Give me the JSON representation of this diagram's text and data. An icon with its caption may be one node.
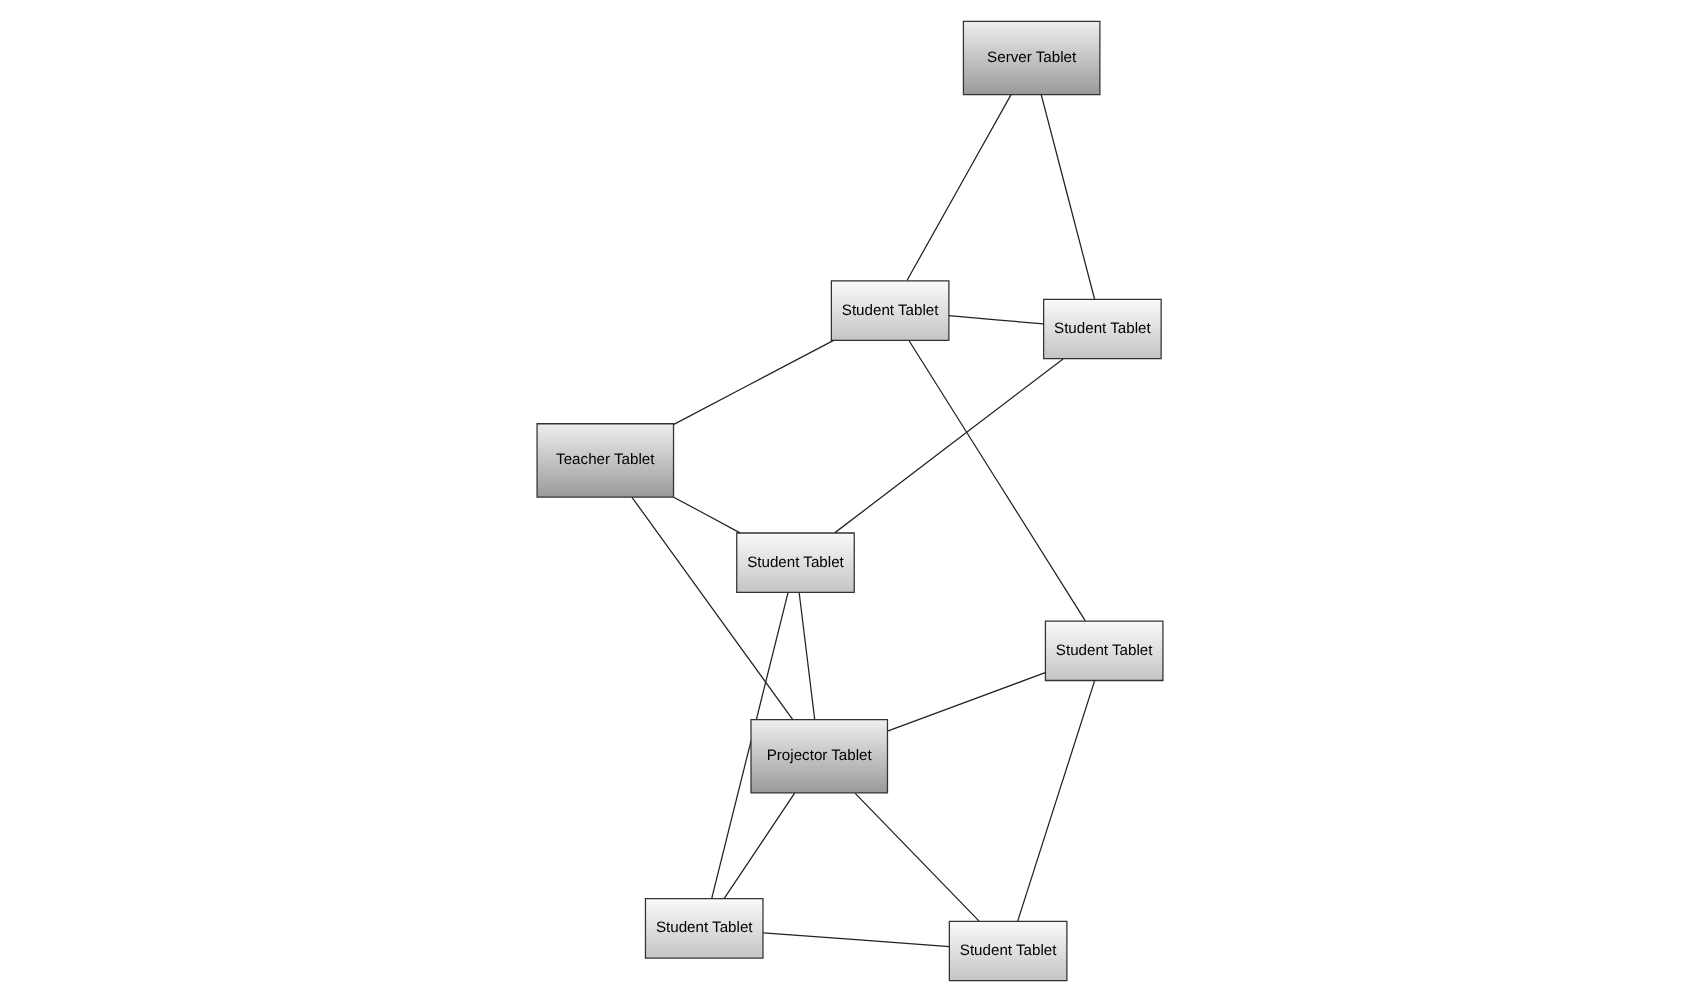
{
  "diagram": {
    "nodes": [
      {
        "text": [
          "Student Tablet"
        ]
      },
      {
        "text": [
          "Student Tablet"
        ]
      },
      {
        "text": [
          "Student Tablet"
        ]
      },
      {
        "text": [
          "Teacher Tablet"
        ]
      },
      {
        "text": [
          "Server Tablet"
        ]
      },
      {
        "text": [
          "Projector Tablet"
        ]
      },
      {
        "text": [
          "Student Tablet"
        ]
      },
      {
        "text": [
          "Student Tablet"
        ]
      },
      {
        "text": [
          "Student Tablet"
        ]
      }
    ],
    "edges": [
      {
        "from": 0,
        "to": 1,
        "arrow": "none"
      },
      {
        "from": 0,
        "to": 2,
        "arrow": "none"
      },
      {
        "from": 0,
        "to": 5,
        "arrow": "none"
      },
      {
        "from": 0,
        "to": 3,
        "arrow": "none"
      },
      {
        "from": 1,
        "to": 6,
        "arrow": "none"
      },
      {
        "from": 1,
        "to": 4,
        "arrow": "none"
      },
      {
        "from": 2,
        "to": 5,
        "arrow": "none"
      },
      {
        "from": 2,
        "to": 7,
        "arrow": "none"
      },
      {
        "from": 5,
        "to": 3,
        "arrow": "none"
      },
      {
        "from": 3,
        "to": 6,
        "arrow": "none"
      },
      {
        "from": 4,
        "to": 6,
        "arrow": "none"
      },
      {
        "from": 5,
        "to": 7,
        "arrow": "none"
      },
      {
        "from": 5,
        "to": 8,
        "arrow": "none"
      },
      {
        "from": 7,
        "to": 8,
        "arrow": "none"
      },
      {
        "from": 8,
        "to": 6,
        "arrow": "none"
      }
    ]
  }
}
